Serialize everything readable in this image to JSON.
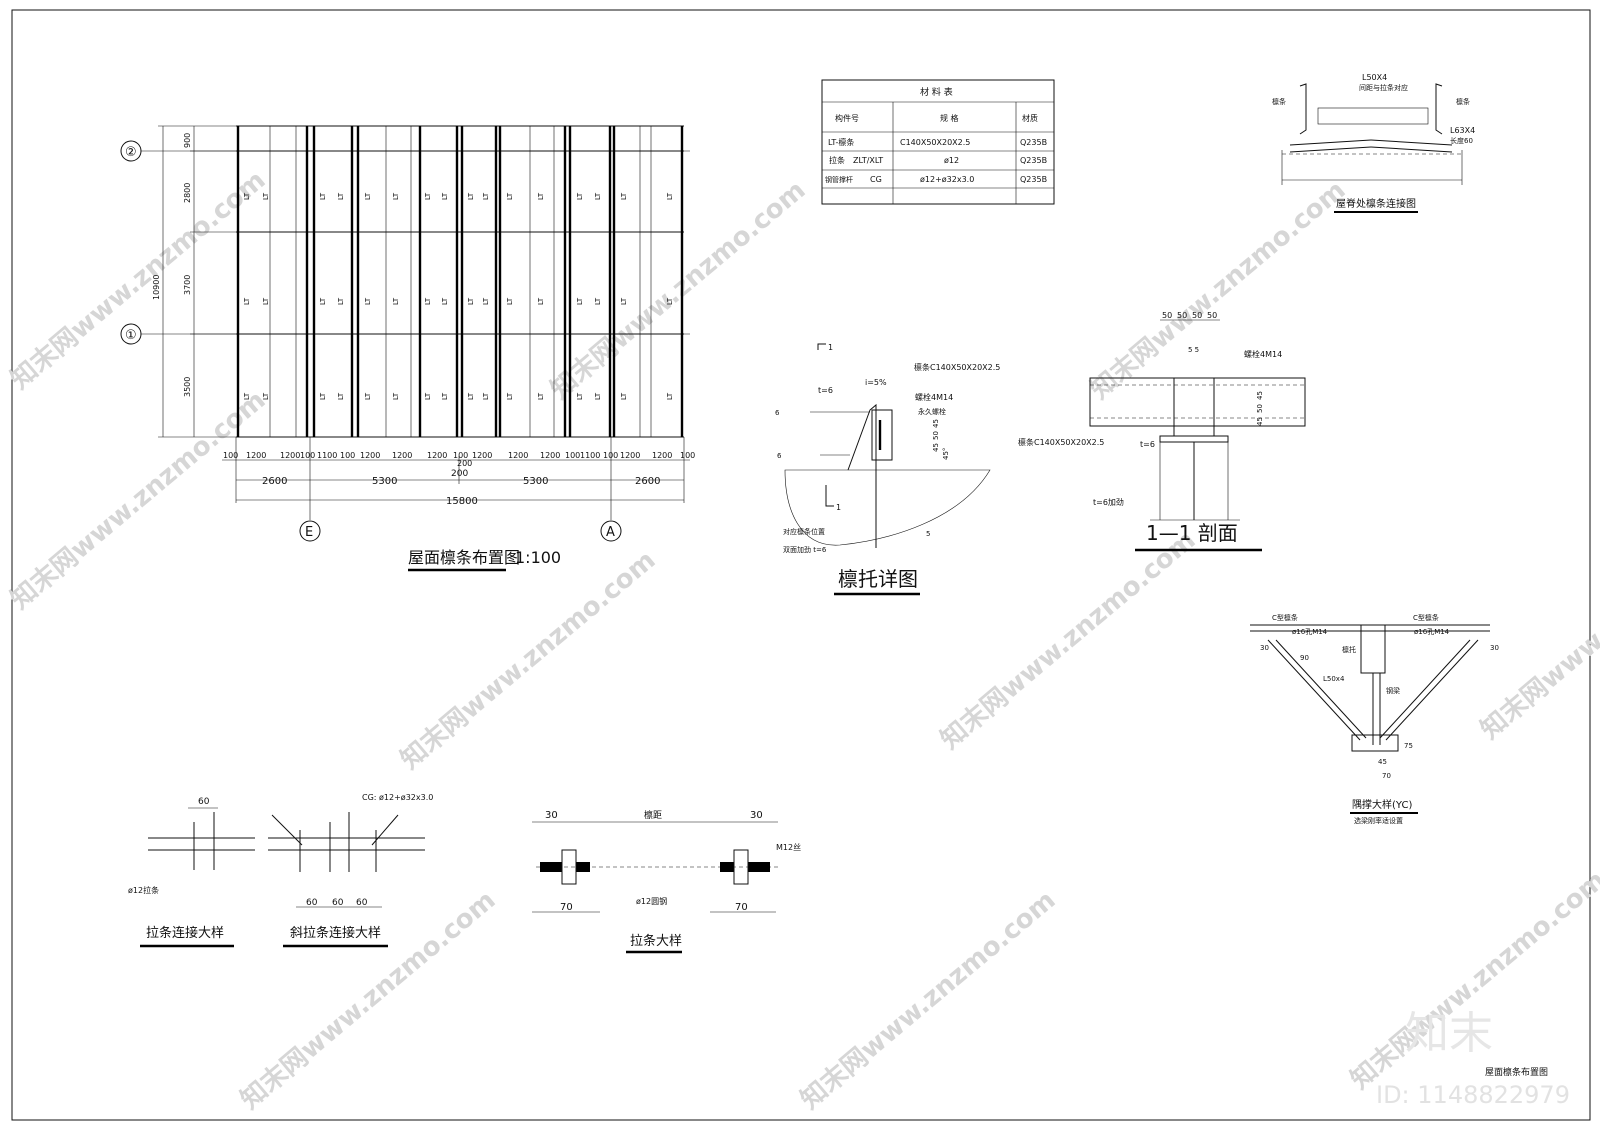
{
  "plan": {
    "title": "屋面檩条布置图",
    "scale": "1:100",
    "axis_rows": [
      "②",
      "①"
    ],
    "axis_cols": [
      "E",
      "A"
    ],
    "left_dims": [
      "900",
      "2800",
      "3700",
      "3500"
    ],
    "total_height": "10900",
    "purlin_label": "LT",
    "bottom_dims": [
      "100",
      "1200",
      "1200",
      "100",
      "1100",
      "100",
      "1200",
      "1200",
      "1200",
      "100",
      "200",
      "1200",
      "1200",
      "1200",
      "100",
      "1100",
      "100",
      "1200",
      "1200",
      "100"
    ],
    "bay_dims": [
      "2600",
      "5300",
      "5300",
      "2600"
    ],
    "center_dim": "200",
    "total_width": "15800"
  },
  "material_table": {
    "title": "材 料 表",
    "headers": [
      "构件号",
      "规 格",
      "材质"
    ],
    "rows": [
      [
        "LT-檩条",
        "",
        "C140X50X20X2.5",
        "Q235B"
      ],
      [
        "拉条",
        "ZLT/XLT",
        "ø12",
        "Q235B"
      ],
      [
        "钢管撑杆",
        "CG",
        "ø12+ø32x3.0",
        "Q235B"
      ]
    ]
  },
  "ridge_detail": {
    "title": "屋脊处檩条连接图",
    "angle_top": "L50X4",
    "angle_top_note": "间距与拉条对应",
    "purlin_left": "檩条",
    "purlin_right": "檩条",
    "angle_side": "L63X4",
    "length": "长度60"
  },
  "bracket_detail": {
    "title": "檩托详图",
    "section_mark": "1",
    "purlin": "檩条C140X50X20X2.5",
    "slope": "i=5%",
    "bolt": "螺栓4M14",
    "bolt_note": "永久螺栓",
    "plate": "t=6",
    "weld": "6",
    "dims": [
      "45",
      "50",
      "45"
    ],
    "chamfer": "45°",
    "stiffener_note1": "对应檩条位置",
    "stiffener_note2": "双面加劲  t=6",
    "weld_sym": "5",
    "weld_sym2": "6"
  },
  "section_detail": {
    "title": "1—1 剖面",
    "top_dims": [
      "50",
      "50",
      "50",
      "50"
    ],
    "small_dim": "5 5",
    "bolt": "螺栓4M14",
    "purlin": "檩条C140X50X20X2.5",
    "plate": "t=6",
    "stiffener": "t=6加劲",
    "side_dims": [
      "45",
      "50",
      "45"
    ]
  },
  "brace_detail": {
    "title": "隅撑大样(YC)",
    "subtitle": "选梁刚率适设置",
    "c_purlin_left": "C型檩条",
    "c_purlin_right": "C型檩条",
    "hole_left": "ø16孔M14",
    "hole_right": "ø16孔M14",
    "purlin": "檩托",
    "angle": "L50x4",
    "beam": "钢梁",
    "dims": [
      "30",
      "90",
      "30",
      "45",
      "75"
    ],
    "small": "70"
  },
  "tie_detail": {
    "title": "拉条连接大样",
    "spacing": "60",
    "rod": "ø12拉条"
  },
  "diag_tie_detail": {
    "title": "斜拉条连接大样",
    "cg": "CG: ø12+ø32x3.0",
    "spacings": [
      "60",
      "60",
      "60"
    ]
  },
  "rod_detail": {
    "title": "拉条大样",
    "ends": [
      "30",
      "30"
    ],
    "middle": "檩距",
    "thread": "M12丝",
    "rod": "ø12圆钢",
    "widths": [
      "70",
      "70"
    ]
  },
  "watermark": {
    "text": "知末网www.znzmo.com",
    "logo": "知末",
    "caption": "屋面檩条布置图",
    "id": "ID: 1148822979"
  }
}
